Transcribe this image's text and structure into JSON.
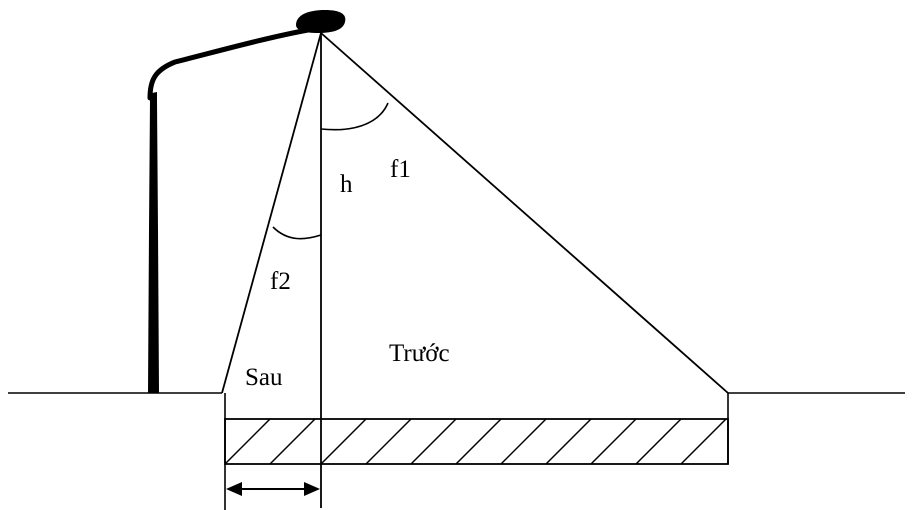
{
  "labels": {
    "height": "h",
    "front_angle": "f1",
    "back_angle": "f2",
    "back_side": "Sau",
    "front_side": "Trước"
  },
  "colors": {
    "line": "#000000",
    "background": "#ffffff"
  }
}
